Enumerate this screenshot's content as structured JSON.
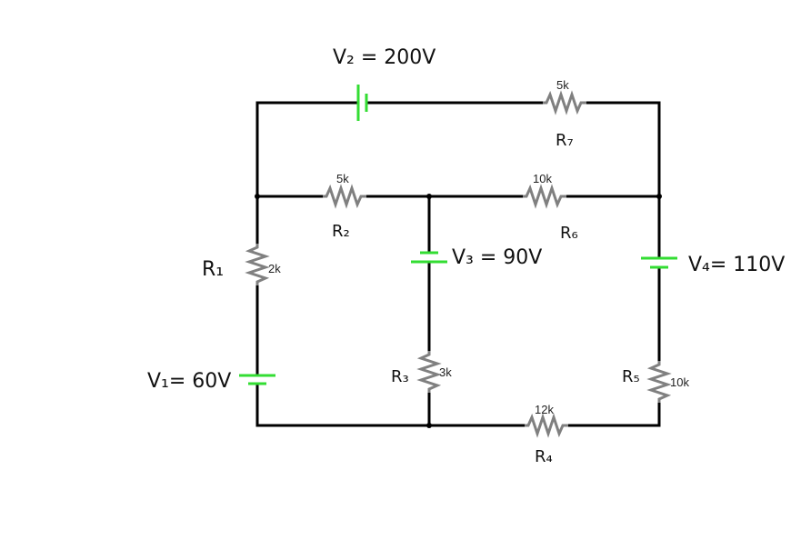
{
  "colors": {
    "wire": "#000000",
    "resistor": "#808080",
    "source": "#33dd33"
  },
  "sources": {
    "v1": "V₁= 60V",
    "v2": "V₂ = 200V",
    "v3": "V₃ = 90V",
    "v4": "V₄= 110V"
  },
  "resistors": {
    "r1": {
      "name": "R₁",
      "value": "2k"
    },
    "r2": {
      "name": "R₂",
      "value": "5k"
    },
    "r3": {
      "name": "R₃",
      "value": "3k"
    },
    "r4": {
      "name": "R₄",
      "value": "12k"
    },
    "r5": {
      "name": "R₅",
      "value": "10k"
    },
    "r6": {
      "name": "R₆",
      "value": "10k"
    },
    "r7": {
      "name": "R₇",
      "value": "5k"
    }
  }
}
